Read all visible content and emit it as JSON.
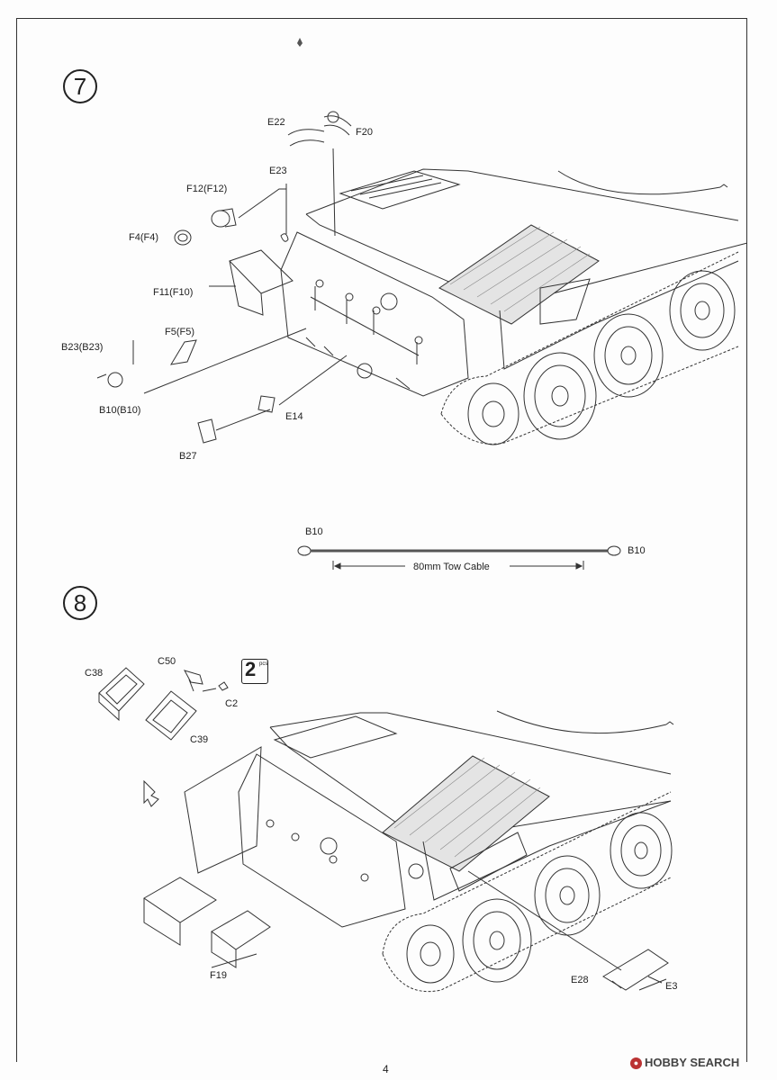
{
  "step7": {
    "number": "7",
    "labels": {
      "e22": "E22",
      "f20": "F20",
      "e23": "E23",
      "f12": "F12(F12)",
      "f4": "F4(F4)",
      "f11": "F11(F10)",
      "f5": "F5(F5)",
      "b23": "B23(B23)",
      "b10": "B10(B10)",
      "e14": "E14",
      "b27": "B27"
    }
  },
  "cable": {
    "left_label": "B10",
    "right_label": "B10",
    "caption": "80mm Tow Cable"
  },
  "step8": {
    "number": "8",
    "labels": {
      "c38": "C38",
      "c50": "C50",
      "c2": "C2",
      "c39": "C39",
      "f19": "F19",
      "e28": "E28",
      "e3": "E3"
    },
    "pcs_count": "2",
    "pcs_unit": "pcs"
  },
  "footer": {
    "page_number": "4",
    "watermark": "HOBBY SEARCH"
  }
}
